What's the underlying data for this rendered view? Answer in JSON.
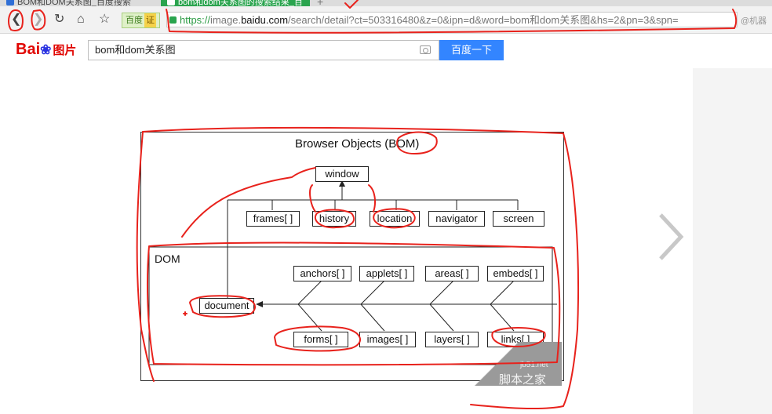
{
  "browser": {
    "tabs": [
      {
        "label": "BOM和DOM关系图_百度搜索"
      },
      {
        "label": "bom和dom关系图的搜索结果_百"
      }
    ],
    "new_tab_icon": "plus-icon",
    "cert_label": "百度",
    "cert_badge": "证",
    "url": {
      "scheme": "https://",
      "host_prefix": "image.",
      "host_main": "baidu.com",
      "path": "/search/detail?ct=503316480&z=0&ipn=d&word=bom和dom关系图&hs=2&pn=3&spn="
    },
    "extension_text": "@机器"
  },
  "baidu": {
    "logo_bai": "Bai",
    "logo_du": "du",
    "logo_pic": "图片",
    "search_value": "bom和dom关系图",
    "search_button": "百度一下"
  },
  "diagram": {
    "title": "Browser Objects (BOM)",
    "window": "window",
    "bom_children": [
      "frames[ ]",
      "history",
      "location",
      "navigator",
      "screen"
    ],
    "dom_label": "DOM",
    "document": "document",
    "top_collections": [
      "anchors[ ]",
      "applets[ ]",
      "areas[ ]",
      "embeds[ ]"
    ],
    "bottom_collections": [
      "forms[ ]",
      "images[ ]",
      "layers[ ]",
      "links[ ]"
    ],
    "watermark_site": "jb51.net",
    "watermark_name": "脚本之家"
  },
  "colors": {
    "annotation_red": "#e8221c",
    "baidu_blue": "#3385ff",
    "secure_green": "#2aa44e"
  }
}
